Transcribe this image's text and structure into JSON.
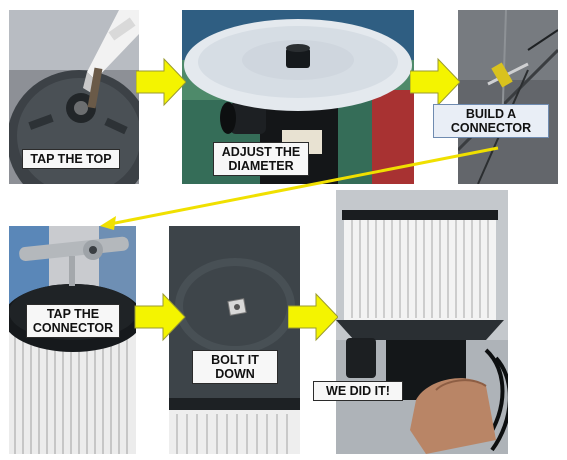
{
  "steps": [
    {
      "label": "TAP THE TOP"
    },
    {
      "label": "ADJUST THE\nDIAMETER"
    },
    {
      "label": "BUILD A\nCONNECTOR"
    },
    {
      "label": "TAP THE\nCONNECTOR"
    },
    {
      "label": "BOLT IT\nDOWN"
    },
    {
      "label": "WE DID IT!"
    }
  ],
  "colors": {
    "arrow_fill": "#f4f400",
    "arrow_stroke": "#9a9a30",
    "connector_line": "#f0e000"
  }
}
